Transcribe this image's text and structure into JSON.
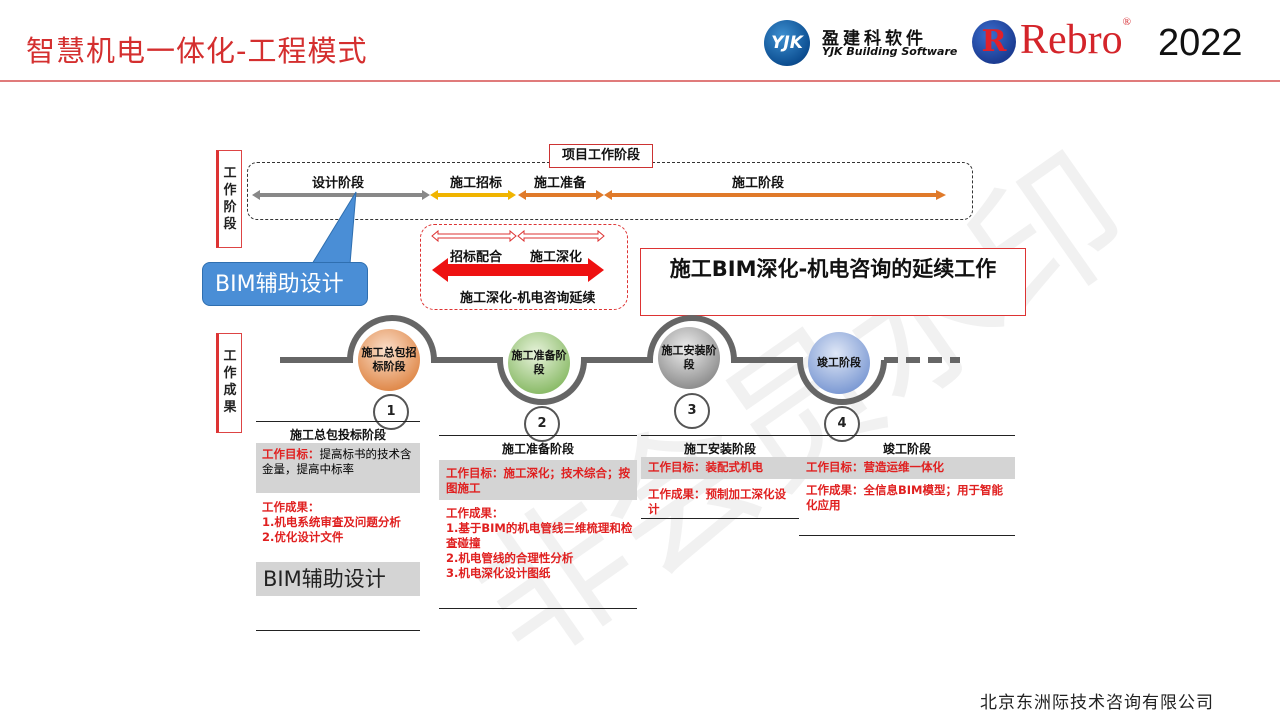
{
  "header": {
    "title": "智慧机电一体化-工程模式",
    "yjk_logo": "YJK",
    "yjk_cn": "盈建科软件",
    "yjk_en": "YJK Building Software",
    "rebro_logo": "R",
    "rebro_text": "Rebro",
    "rebro_registered": "®",
    "year": "2022"
  },
  "footer": {
    "company": "北京东洲际技术咨询有限公司"
  },
  "watermark": "非会员水印",
  "work_phase": {
    "label": "工作阶段",
    "project_label": "项目工作阶段",
    "phases": [
      "设计阶段",
      "施工招标",
      "施工准备",
      "施工阶段"
    ],
    "sub_phases": [
      "招标配合",
      "施工深化"
    ],
    "extension_label": "施工深化-机电咨询延续",
    "callout": "BIM辅助设计",
    "big_box": "施工BIM深化-机电咨询的延续工作"
  },
  "work_result": {
    "label": "工作成果",
    "milestones": [
      {
        "text": "施工总包招标阶段",
        "num": "1"
      },
      {
        "text": "施工准备阶段",
        "num": "2"
      },
      {
        "text": "施工安装阶段",
        "num": "3"
      },
      {
        "text": "竣工阶段",
        "num": "4"
      }
    ],
    "columns": [
      {
        "title": "施工总包投标阶段",
        "goal_label": "工作目标：",
        "goal": "提高标书的技术含金量，提高中标率",
        "result_label": "工作成果：",
        "results": [
          "1.机电系统审查及问题分析",
          "2.优化设计文件"
        ],
        "extra": "BIM辅助设计"
      },
      {
        "title": "施工准备阶段",
        "goal_label": "工作目标：",
        "goal": "施工深化；技术综合；按图施工",
        "result_label": "工作成果：",
        "results": [
          "1.基于BIM的机电管线三维梳理和检查碰撞",
          "2.机电管线的合理性分析",
          "3.机电深化设计图纸"
        ]
      },
      {
        "title": "施工安装阶段",
        "goal_label": "工作目标：",
        "goal": "装配式机电",
        "result_label": "工作成果：",
        "result_text": "预制加工深化设计"
      },
      {
        "title": "竣工阶段",
        "goal_label": "工作目标：",
        "goal": "营造运维一体化",
        "result_label": "工作成果：",
        "result_text": "全信息BIM模型；用于智能化应用"
      }
    ]
  }
}
